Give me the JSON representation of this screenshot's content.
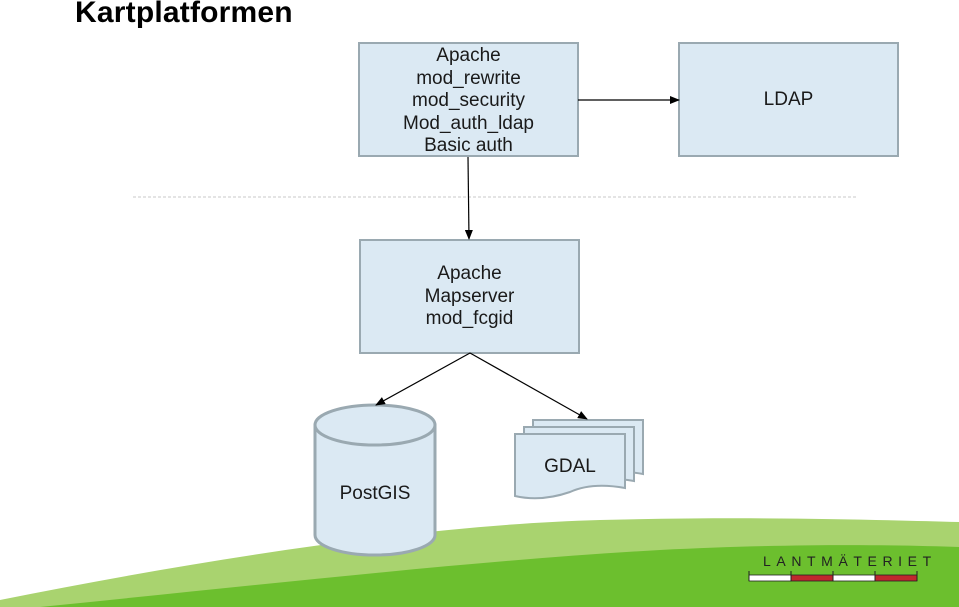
{
  "title": "Kartplatformen",
  "boxes": {
    "apache_front": {
      "lines": [
        "Apache",
        "mod_rewrite",
        "mod_security",
        "Mod_auth_ldap",
        "Basic auth"
      ]
    },
    "ldap": {
      "label": "LDAP"
    },
    "apache_map": {
      "lines": [
        "Apache",
        "Mapserver",
        "mod_fcgid"
      ]
    },
    "postgis": {
      "label": "PostGIS"
    },
    "gdal": {
      "label": "GDAL"
    }
  },
  "logo": {
    "text": "LANTMÄTERIET"
  },
  "colors": {
    "box_fill": "#dbe9f3",
    "box_stroke": "#9aa9b1",
    "hill_light": "#a9d36f",
    "hill_dark": "#6cbf2e",
    "logo_red": "#c0272d"
  }
}
